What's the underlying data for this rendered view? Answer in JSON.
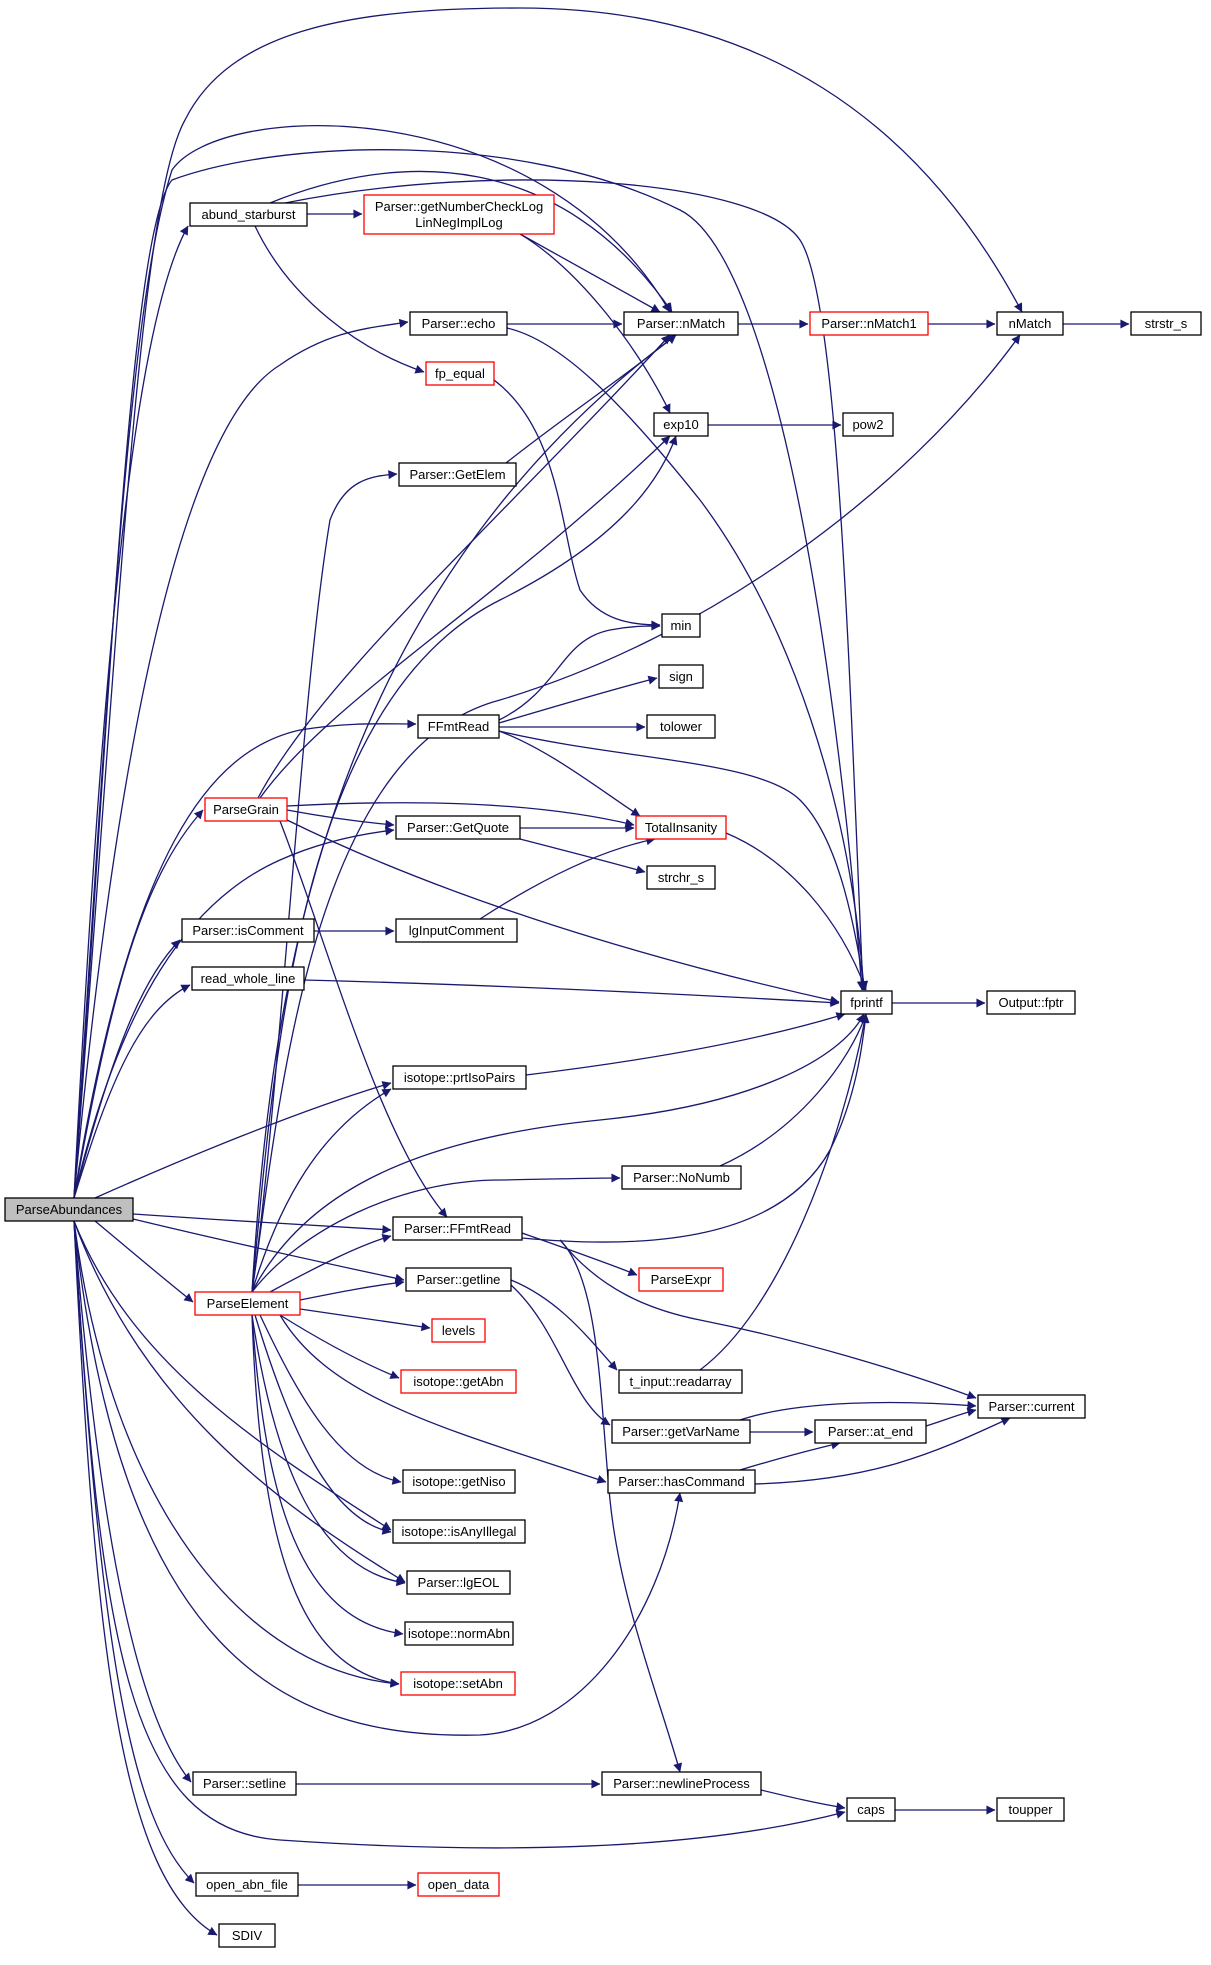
{
  "colors": {
    "edge": "#191970",
    "node_border": "#000000",
    "truncated_border": "#ff0000",
    "root_fill": "#bfbfbf"
  },
  "nodes": [
    {
      "id": "parse_abundances",
      "label": [
        "ParseAbundances"
      ],
      "style": "root"
    },
    {
      "id": "abund_starburst",
      "label": [
        "abund_starburst"
      ],
      "style": "normal"
    },
    {
      "id": "get_number_check",
      "label": [
        "Parser::getNumberCheckLog",
        "LinNegImplLog"
      ],
      "style": "truncated"
    },
    {
      "id": "parser_echo",
      "label": [
        "Parser::echo"
      ],
      "style": "normal"
    },
    {
      "id": "parser_nmatch",
      "label": [
        "Parser::nMatch"
      ],
      "style": "normal"
    },
    {
      "id": "parser_nmatch1",
      "label": [
        "Parser::nMatch1"
      ],
      "style": "truncated"
    },
    {
      "id": "nmatch",
      "label": [
        "nMatch"
      ],
      "style": "normal"
    },
    {
      "id": "strstr_s",
      "label": [
        "strstr_s"
      ],
      "style": "normal"
    },
    {
      "id": "fp_equal",
      "label": [
        "fp_equal"
      ],
      "style": "truncated"
    },
    {
      "id": "exp10",
      "label": [
        "exp10"
      ],
      "style": "normal"
    },
    {
      "id": "pow2",
      "label": [
        "pow2"
      ],
      "style": "normal"
    },
    {
      "id": "parser_getelem",
      "label": [
        "Parser::GetElem"
      ],
      "style": "normal"
    },
    {
      "id": "min",
      "label": [
        "min"
      ],
      "style": "normal"
    },
    {
      "id": "sign",
      "label": [
        "sign"
      ],
      "style": "normal"
    },
    {
      "id": "ffmtread",
      "label": [
        "FFmtRead"
      ],
      "style": "normal"
    },
    {
      "id": "tolower",
      "label": [
        "tolower"
      ],
      "style": "normal"
    },
    {
      "id": "parse_grain",
      "label": [
        "ParseGrain"
      ],
      "style": "truncated"
    },
    {
      "id": "parser_getquote",
      "label": [
        "Parser::GetQuote"
      ],
      "style": "normal"
    },
    {
      "id": "total_insanity",
      "label": [
        "TotalInsanity"
      ],
      "style": "truncated"
    },
    {
      "id": "strchr_s",
      "label": [
        "strchr_s"
      ],
      "style": "normal"
    },
    {
      "id": "parser_iscomment",
      "label": [
        "Parser::isComment"
      ],
      "style": "normal"
    },
    {
      "id": "lg_input_comment",
      "label": [
        "lgInputComment"
      ],
      "style": "normal"
    },
    {
      "id": "read_whole_line",
      "label": [
        "read_whole_line"
      ],
      "style": "normal"
    },
    {
      "id": "fprintf",
      "label": [
        "fprintf"
      ],
      "style": "normal"
    },
    {
      "id": "output_fptr",
      "label": [
        "Output::fptr"
      ],
      "style": "normal"
    },
    {
      "id": "isotope_prt_iso_pairs",
      "label": [
        "isotope::prtIsoPairs"
      ],
      "style": "normal"
    },
    {
      "id": "parser_nonumb",
      "label": [
        "Parser::NoNumb"
      ],
      "style": "normal"
    },
    {
      "id": "parser_ffmtread",
      "label": [
        "Parser::FFmtRead"
      ],
      "style": "normal"
    },
    {
      "id": "parse_expr",
      "label": [
        "ParseExpr"
      ],
      "style": "truncated"
    },
    {
      "id": "parser_getline",
      "label": [
        "Parser::getline"
      ],
      "style": "normal"
    },
    {
      "id": "parse_element",
      "label": [
        "ParseElement"
      ],
      "style": "truncated"
    },
    {
      "id": "levels",
      "label": [
        "levels"
      ],
      "style": "truncated"
    },
    {
      "id": "t_input_readarray",
      "label": [
        "t_input::readarray"
      ],
      "style": "normal"
    },
    {
      "id": "isotope_getabn",
      "label": [
        "isotope::getAbn"
      ],
      "style": "truncated"
    },
    {
      "id": "parser_current",
      "label": [
        "Parser::current"
      ],
      "style": "normal"
    },
    {
      "id": "parser_getvarname",
      "label": [
        "Parser::getVarName"
      ],
      "style": "normal"
    },
    {
      "id": "parser_at_end",
      "label": [
        "Parser::at_end"
      ],
      "style": "normal"
    },
    {
      "id": "isotope_getniso",
      "label": [
        "isotope::getNiso"
      ],
      "style": "normal"
    },
    {
      "id": "parser_hascommand",
      "label": [
        "Parser::hasCommand"
      ],
      "style": "normal"
    },
    {
      "id": "isotope_isanyillegal",
      "label": [
        "isotope::isAnyIllegal"
      ],
      "style": "normal"
    },
    {
      "id": "parser_lgeol",
      "label": [
        "Parser::lgEOL"
      ],
      "style": "normal"
    },
    {
      "id": "isotope_normabn",
      "label": [
        "isotope::normAbn"
      ],
      "style": "normal"
    },
    {
      "id": "isotope_setabn",
      "label": [
        "isotope::setAbn"
      ],
      "style": "truncated"
    },
    {
      "id": "parser_setline",
      "label": [
        "Parser::setline"
      ],
      "style": "normal"
    },
    {
      "id": "parser_newline_process",
      "label": [
        "Parser::newlineProcess"
      ],
      "style": "normal"
    },
    {
      "id": "caps",
      "label": [
        "caps"
      ],
      "style": "normal"
    },
    {
      "id": "toupper",
      "label": [
        "toupper"
      ],
      "style": "normal"
    },
    {
      "id": "open_abn_file",
      "label": [
        "open_abn_file"
      ],
      "style": "normal"
    },
    {
      "id": "open_data",
      "label": [
        "open_data"
      ],
      "style": "truncated"
    },
    {
      "id": "sdiv",
      "label": [
        "SDIV"
      ],
      "style": "normal"
    }
  ],
  "edges": [
    [
      "parse_abundances",
      "abund_starburst"
    ],
    [
      "parse_abundances",
      "parser_nmatch"
    ],
    [
      "parse_abundances",
      "nmatch"
    ],
    [
      "parse_abundances",
      "fprintf"
    ],
    [
      "parse_abundances",
      "parser_echo"
    ],
    [
      "parse_abundances",
      "ffmtread"
    ],
    [
      "parse_abundances",
      "parse_grain"
    ],
    [
      "parse_abundances",
      "parser_getquote"
    ],
    [
      "parse_abundances",
      "parser_iscomment"
    ],
    [
      "parse_abundances",
      "read_whole_line"
    ],
    [
      "parse_abundances",
      "isotope_prt_iso_pairs"
    ],
    [
      "parse_abundances",
      "parser_ffmtread"
    ],
    [
      "parse_abundances",
      "parser_getline"
    ],
    [
      "parse_abundances",
      "parse_element"
    ],
    [
      "parse_abundances",
      "isotope_isanyillegal"
    ],
    [
      "parse_abundances",
      "parser_lgeol"
    ],
    [
      "parse_abundances",
      "isotope_setabn"
    ],
    [
      "parse_abundances",
      "parser_hascommand"
    ],
    [
      "parse_abundances",
      "parser_setline"
    ],
    [
      "parse_abundances",
      "caps"
    ],
    [
      "parse_abundances",
      "open_abn_file"
    ],
    [
      "parse_abundances",
      "sdiv"
    ],
    [
      "abund_starburst",
      "get_number_check"
    ],
    [
      "abund_starburst",
      "parser_nmatch"
    ],
    [
      "abund_starburst",
      "fprintf"
    ],
    [
      "abund_starburst",
      "fp_equal"
    ],
    [
      "get_number_check",
      "parser_nmatch"
    ],
    [
      "get_number_check",
      "exp10"
    ],
    [
      "parser_echo",
      "parser_nmatch"
    ],
    [
      "parser_echo",
      "fprintf"
    ],
    [
      "parser_nmatch",
      "parser_nmatch1"
    ],
    [
      "parser_nmatch1",
      "nmatch"
    ],
    [
      "nmatch",
      "strstr_s"
    ],
    [
      "fp_equal",
      "min"
    ],
    [
      "exp10",
      "pow2"
    ],
    [
      "parser_getelem",
      "parser_nmatch"
    ],
    [
      "ffmtread",
      "min"
    ],
    [
      "ffmtread",
      "sign"
    ],
    [
      "ffmtread",
      "tolower"
    ],
    [
      "ffmtread",
      "total_insanity"
    ],
    [
      "ffmtread",
      "fprintf"
    ],
    [
      "parse_grain",
      "parser_nmatch"
    ],
    [
      "parse_grain",
      "exp10"
    ],
    [
      "parse_grain",
      "parser_getquote"
    ],
    [
      "parse_grain",
      "total_insanity"
    ],
    [
      "parse_grain",
      "fprintf"
    ],
    [
      "parse_grain",
      "parser_ffmtread"
    ],
    [
      "parser_getquote",
      "total_insanity"
    ],
    [
      "parser_getquote",
      "strchr_s"
    ],
    [
      "total_insanity",
      "fprintf"
    ],
    [
      "parser_iscomment",
      "lg_input_comment"
    ],
    [
      "lg_input_comment",
      "total_insanity"
    ],
    [
      "read_whole_line",
      "fprintf"
    ],
    [
      "fprintf",
      "output_fptr"
    ],
    [
      "isotope_prt_iso_pairs",
      "fprintf"
    ],
    [
      "parser_nonumb",
      "fprintf"
    ],
    [
      "parser_ffmtread",
      "parse_expr"
    ],
    [
      "parser_ffmtread",
      "fprintf"
    ],
    [
      "parser_ffmtread",
      "parser_current"
    ],
    [
      "parser_ffmtread",
      "parser_newline_process"
    ],
    [
      "parser_getline",
      "t_input_readarray"
    ],
    [
      "parser_getline",
      "parser_getvarname"
    ],
    [
      "parse_element",
      "parser_nmatch"
    ],
    [
      "parse_element",
      "exp10"
    ],
    [
      "parse_element",
      "nmatch"
    ],
    [
      "parse_element",
      "parser_getelem"
    ],
    [
      "parse_element",
      "fprintf"
    ],
    [
      "parse_element",
      "isotope_prt_iso_pairs"
    ],
    [
      "parse_element",
      "parser_nonumb"
    ],
    [
      "parse_element",
      "parser_ffmtread"
    ],
    [
      "parse_element",
      "parser_getline"
    ],
    [
      "parse_element",
      "levels"
    ],
    [
      "parse_element",
      "isotope_getabn"
    ],
    [
      "parse_element",
      "isotope_getniso"
    ],
    [
      "parse_element",
      "isotope_isanyillegal"
    ],
    [
      "parse_element",
      "parser_lgeol"
    ],
    [
      "parse_element",
      "isotope_normabn"
    ],
    [
      "parse_element",
      "isotope_setabn"
    ],
    [
      "parse_element",
      "parser_hascommand"
    ],
    [
      "t_input_readarray",
      "fprintf"
    ],
    [
      "parser_getvarname",
      "parser_at_end"
    ],
    [
      "parser_getvarname",
      "parser_current"
    ],
    [
      "parser_at_end",
      "parser_current"
    ],
    [
      "parser_hascommand",
      "parser_at_end"
    ],
    [
      "parser_hascommand",
      "parser_current"
    ],
    [
      "parser_setline",
      "parser_newline_process"
    ],
    [
      "parser_newline_process",
      "caps"
    ],
    [
      "caps",
      "toupper"
    ],
    [
      "open_abn_file",
      "open_data"
    ]
  ]
}
